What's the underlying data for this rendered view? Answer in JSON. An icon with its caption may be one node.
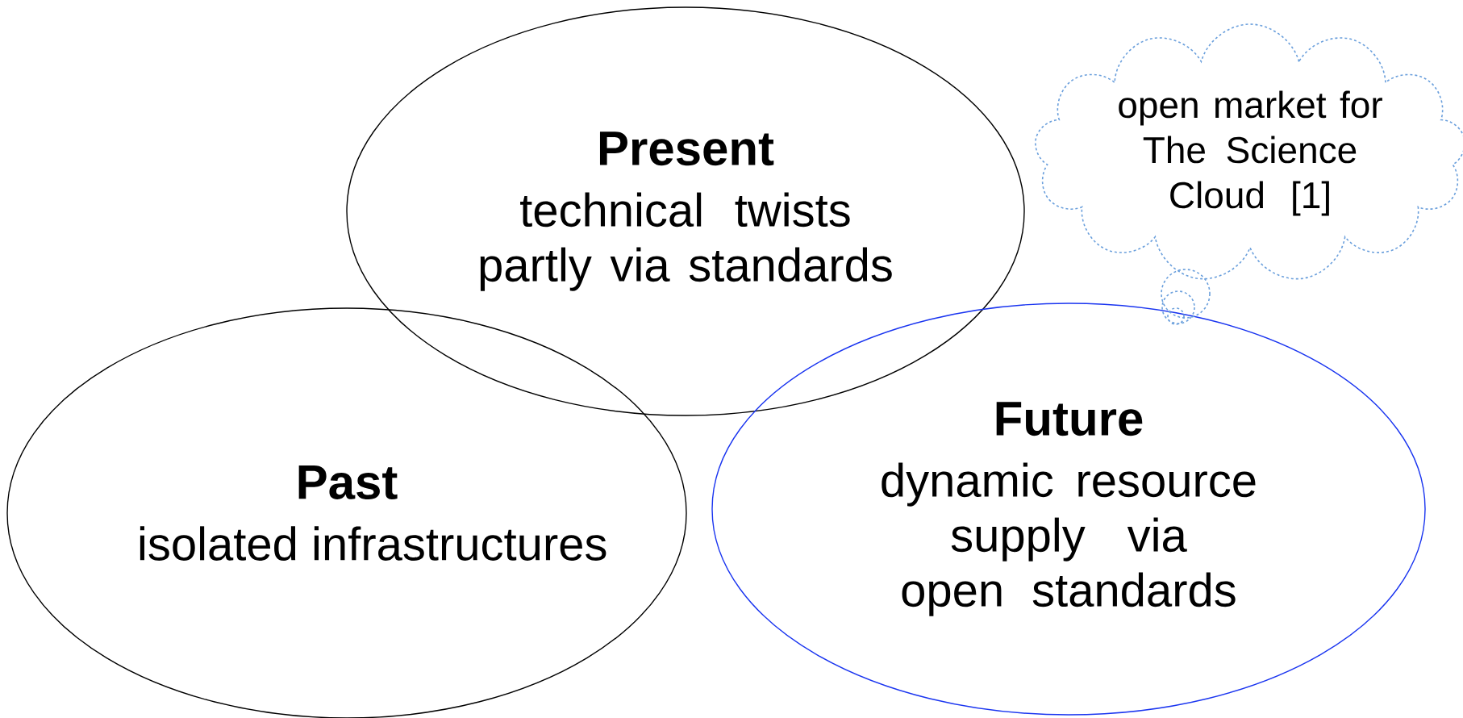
{
  "diagram": {
    "nodes": [
      {
        "text": [
          "Present",
          "technical twists partly via standards"
        ]
      },
      {
        "text": [
          "Past",
          "isolated infrastructures"
        ]
      },
      {
        "text": [
          "Future",
          "dynamic resource supply via open standards"
        ]
      },
      {
        "text": [
          "open market for The Science Cloud [1]"
        ]
      }
    ]
  }
}
